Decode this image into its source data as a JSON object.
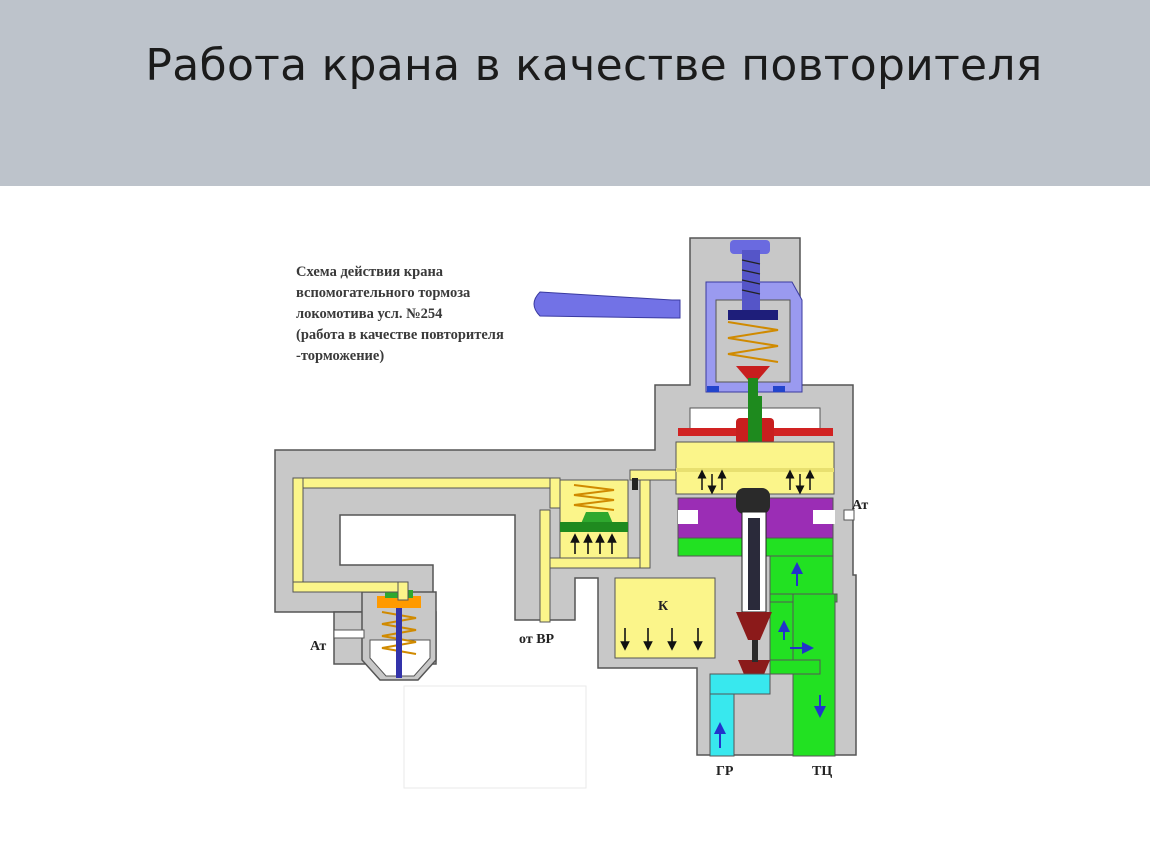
{
  "title": "Работа крана в качестве повторителя",
  "caption": {
    "line1": "Схема действия крана",
    "line2": "вспомогательного тормоза",
    "line3": "локомотива усл. №254",
    "line4": "(работа в качестве повторителя",
    "line5": "-торможение)"
  },
  "labels": {
    "at_right": "Ат",
    "at_left": "Ат",
    "ot_vr": "от ВР",
    "k": "К",
    "gr": "ГР",
    "tc": "ТЦ"
  },
  "colors": {
    "header_bg": "#bdc3cb",
    "body": "#c8c8c8",
    "yellow": "#fbf58a",
    "green": "#22e122",
    "cyan": "#38e8ee",
    "purple": "#9b2db5",
    "handle": "#7272e6",
    "red": "#e21c1c",
    "dark_red": "#8b1a1a"
  }
}
